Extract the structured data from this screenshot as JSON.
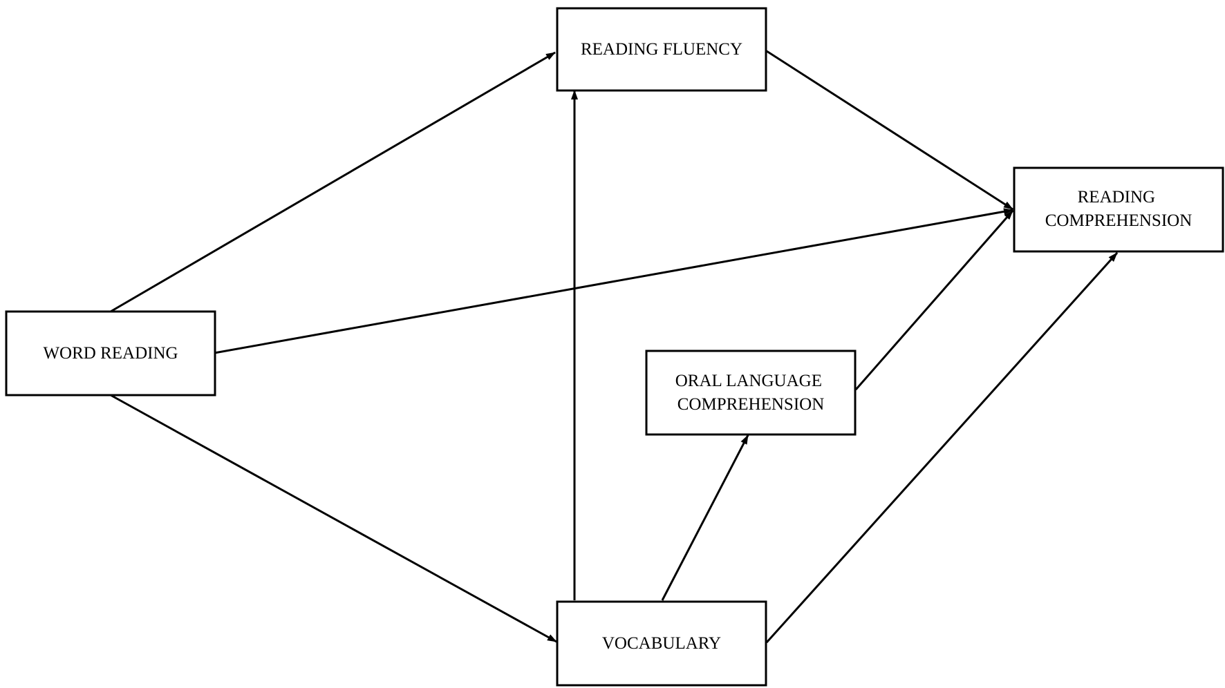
{
  "nodes": {
    "reading_fluency": {
      "lines": [
        "READING FLUENCY"
      ]
    },
    "reading_comprehension": {
      "lines": [
        "READING",
        "COMPREHENSION"
      ]
    },
    "word_reading": {
      "lines": [
        "WORD READING"
      ]
    },
    "oral_language_comprehension": {
      "lines": [
        "ORAL LANGUAGE",
        "COMPREHENSION"
      ]
    },
    "vocabulary": {
      "lines": [
        "VOCABULARY"
      ]
    }
  },
  "edges": [
    {
      "from": "word_reading",
      "to": "reading_fluency"
    },
    {
      "from": "word_reading",
      "to": "reading_comprehension"
    },
    {
      "from": "word_reading",
      "to": "vocabulary"
    },
    {
      "from": "vocabulary",
      "to": "reading_fluency"
    },
    {
      "from": "vocabulary",
      "to": "oral_language_comprehension"
    },
    {
      "from": "vocabulary",
      "to": "reading_comprehension"
    },
    {
      "from": "reading_fluency",
      "to": "reading_comprehension"
    },
    {
      "from": "oral_language_comprehension",
      "to": "reading_comprehension"
    }
  ]
}
